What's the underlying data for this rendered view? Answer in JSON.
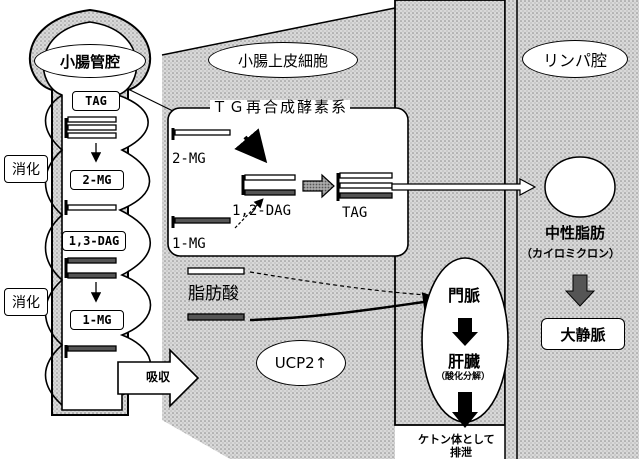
{
  "labels": {
    "lumen": "小腸管腔",
    "epithelium": "小腸上皮細胞",
    "lymph": "リンパ腔",
    "enzyme_system": "ＴＧ再合成酵素系",
    "digestion_1": "消化",
    "digestion_2": "消化",
    "absorption": "吸収",
    "tag_lumen": "TAG",
    "mg2_lumen": "2-MG",
    "dag13_lumen": "1,3-DAG",
    "mg1_lumen": "1-MG",
    "mg2_cell": "2-MG",
    "dag12_cell": "1,2-DAG",
    "tag_cell": "TAG",
    "mg1_cell": "1-MG",
    "fatty_acid": "脂肪酸",
    "ucp2": "UCP2↑",
    "portal_vein": "門脈",
    "liver": "肝臓",
    "liver_sub": "（酸化分解）",
    "neutral_fat": "中性脂肪",
    "chylomicron": "（カイロミクロン）",
    "vena_cava": "大静脈",
    "excretion_line1": "ケトン体として",
    "excretion_line2": "排泄"
  }
}
